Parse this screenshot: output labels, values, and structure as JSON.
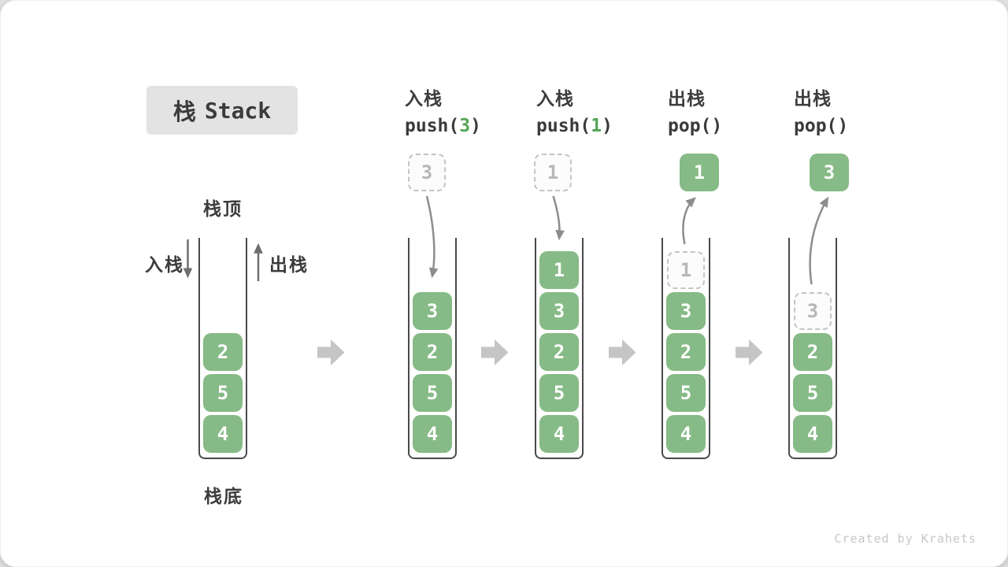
{
  "title": {
    "cn": "栈",
    "en": "Stack"
  },
  "side_labels": {
    "stack_top": "栈顶",
    "stack_bottom": "栈底",
    "push": "入栈",
    "pop": "出栈"
  },
  "operations": [
    {
      "name": "入栈",
      "code_pre": "push(",
      "code_arg": "3",
      "code_post": ")"
    },
    {
      "name": "入栈",
      "code_pre": "push(",
      "code_arg": "1",
      "code_post": ")"
    },
    {
      "name": "出栈",
      "code_pre": "pop(",
      "code_arg": "",
      "code_post": ")"
    },
    {
      "name": "出栈",
      "code_pre": "pop(",
      "code_arg": "",
      "code_post": ")"
    }
  ],
  "stacks": [
    {
      "items": [
        "2",
        "5",
        "4"
      ]
    },
    {
      "items": [
        "3",
        "2",
        "5",
        "4"
      ],
      "incoming": "3"
    },
    {
      "items": [
        "1",
        "3",
        "2",
        "5",
        "4"
      ],
      "incoming": "1"
    },
    {
      "items": [
        "3",
        "2",
        "5",
        "4"
      ],
      "ghost": "1",
      "popped": "1"
    },
    {
      "items": [
        "2",
        "5",
        "4"
      ],
      "ghost": "3",
      "popped": "3"
    }
  ],
  "watermark": "Created by Krahets",
  "colors": {
    "box_green": "#86ba86",
    "arg_green": "#55a455",
    "ghost_border": "#c4c4c4",
    "frame_dark": "#4a4a4a",
    "flow_arrow_gray": "#c5c5c5",
    "curve_arrow_gray": "#8d8d8d",
    "text_dark": "#3c3c3c",
    "title_bg": "#e3e3e3"
  }
}
